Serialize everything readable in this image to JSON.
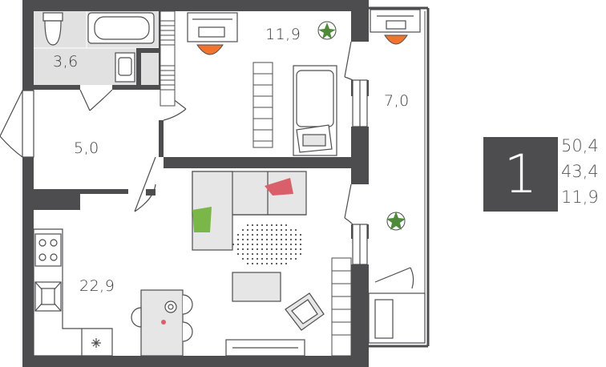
{
  "plan": {
    "rooms": [
      {
        "id": "bathroom",
        "area": "3,6"
      },
      {
        "id": "bedroom",
        "area": "11,9"
      },
      {
        "id": "balcony",
        "area": "7,0"
      },
      {
        "id": "hallway",
        "area": "5,0"
      },
      {
        "id": "living-kitchen",
        "area": "22,9"
      }
    ]
  },
  "summary": {
    "room_count": "1",
    "total_area": "50,4",
    "living_area": "43,4",
    "room_area": "11,9"
  },
  "colors": {
    "wall": "#4d4d4f",
    "bath_floor": "#e1e1e1",
    "furniture_fill": "#e6e6e6",
    "accent_orange": "#f0742f",
    "pillow_green": "#7ab648",
    "pillow_red": "#d9606a",
    "plant_green": "#4f8a3a"
  }
}
